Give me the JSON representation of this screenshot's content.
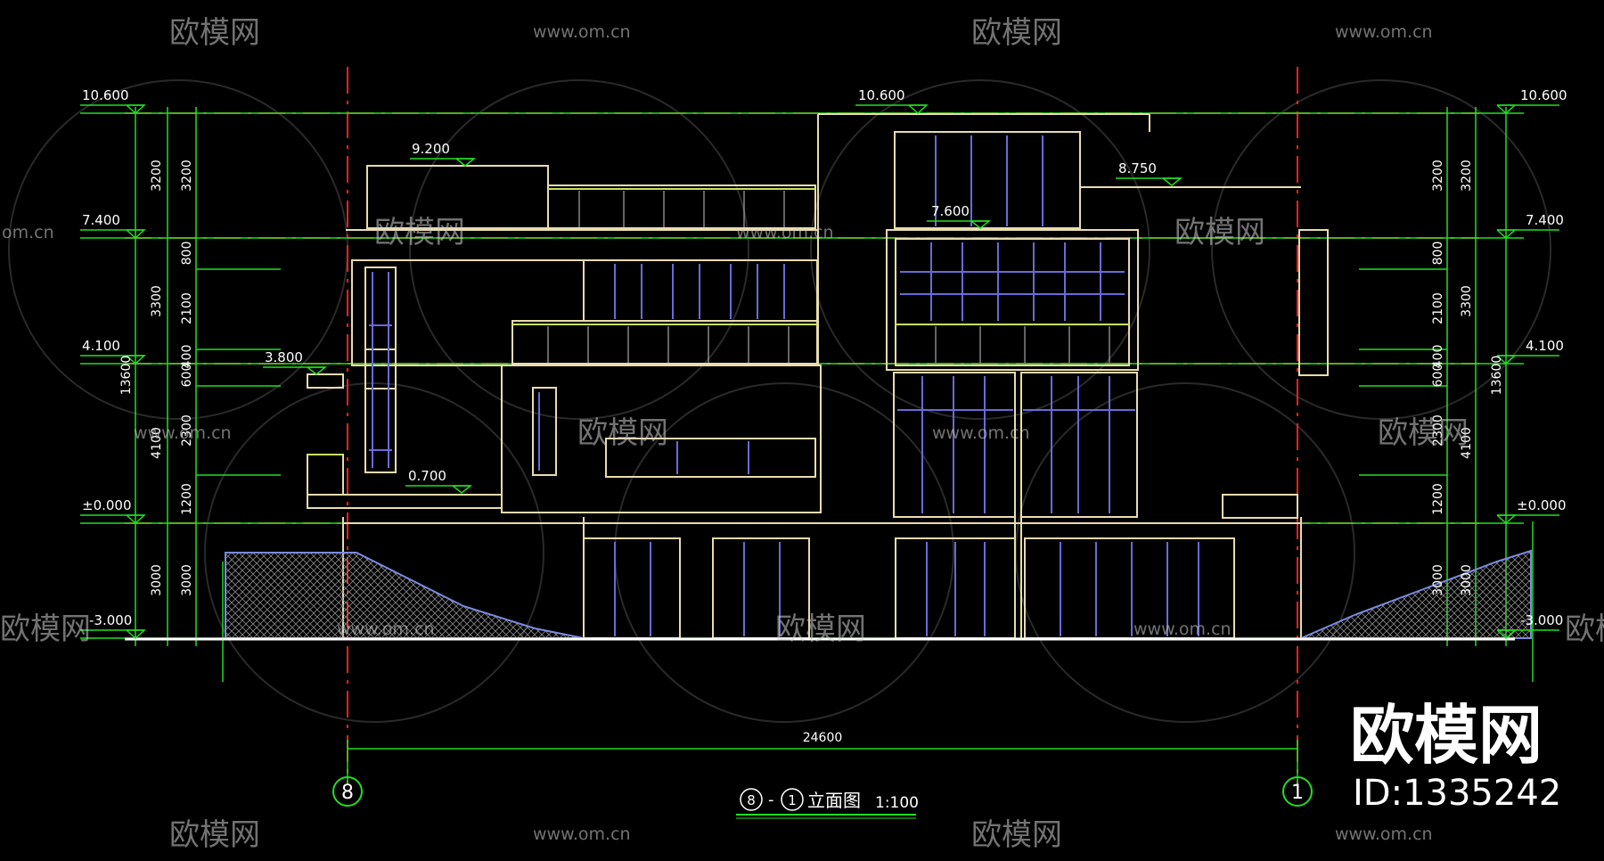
{
  "watermark": {
    "brand": "欧模网",
    "url": "www.om.cn",
    "url_short": "om.cn",
    "id_label": "ID:1335242"
  },
  "levels": {
    "roof": "10.600",
    "third": "7.400",
    "second": "4.100",
    "ground": "±0.000",
    "basement": "-3.000"
  },
  "spot_elevations": {
    "a": "9.200",
    "b": "8.750",
    "c": "7.600",
    "d": "3.800",
    "e": "0.700"
  },
  "dims_outer": {
    "roof_to_third": "3200",
    "third_to_second": "3300",
    "second_to_ground": "4100",
    "ground_to_basement": "3000",
    "total": "13600"
  },
  "dims_inner": {
    "a": "3200",
    "b": "800",
    "c": "2100",
    "d": "400",
    "e": "600",
    "f": "2300",
    "g": "1200",
    "h": "3000"
  },
  "overall_width": "24600",
  "axis_left": "8",
  "axis_right": "1",
  "title": {
    "left_axis": "8",
    "dash": "-",
    "right_axis": "1",
    "name": "立面图",
    "scale": "1:100"
  },
  "colors": {
    "background": "#000000",
    "dimension": "#22dd22",
    "axis": "#ee2222",
    "outline": "#e8dcae",
    "glass": "#6a6ad8",
    "railing": "#c8e060",
    "text": "#ffffff"
  }
}
